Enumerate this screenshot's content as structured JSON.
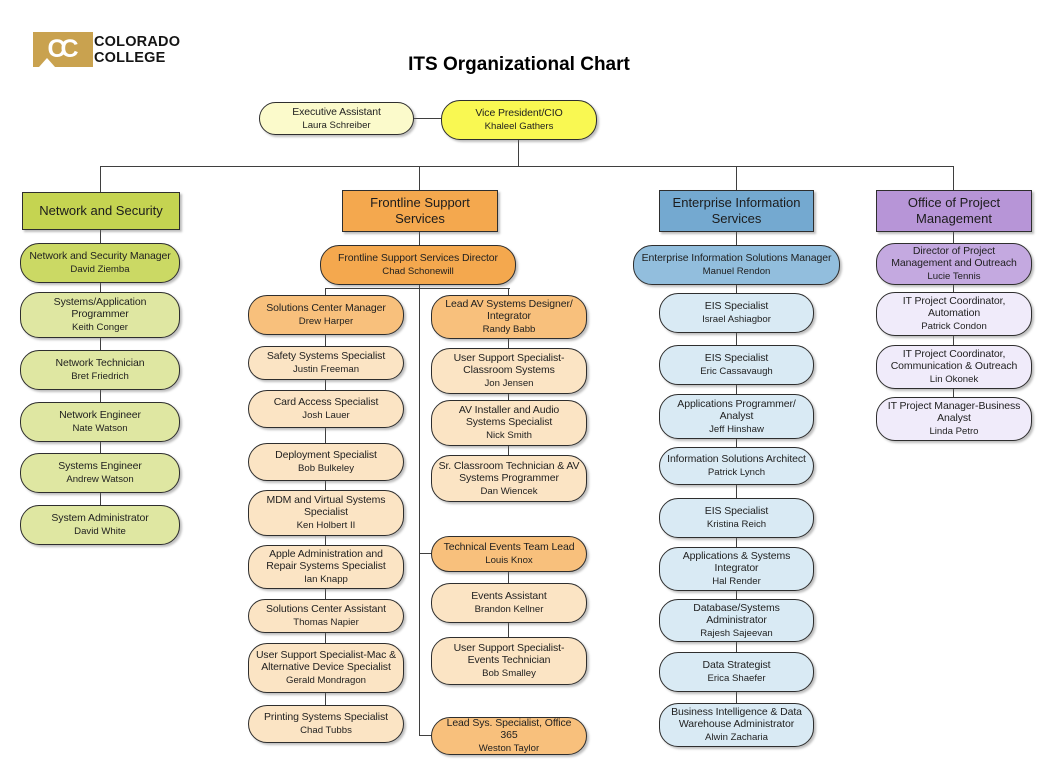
{
  "logo": {
    "mark": "CC",
    "line1": "COLORADO",
    "line2": "COLLEGE"
  },
  "title": "ITS Organizational Chart",
  "colors": {
    "logo_gold": "#C9A24F",
    "vp_yellow": "#F9F852",
    "assistant_pale_yellow": "#FBFACB",
    "green_header": "#C5D451",
    "green_manager": "#CBD964",
    "green_light": "#DFE7A2",
    "orange_header": "#F4A84E",
    "orange_lead": "#F8C07C",
    "orange_light": "#FBE4C4",
    "blue_header": "#74A9D0",
    "blue_manager": "#92BEDD",
    "blue_light": "#D9EAF4",
    "purple_header": "#B795D7",
    "purple_director": "#C4A9E0",
    "purple_light": "#F0EBFA",
    "connector": "#3F3F3F"
  },
  "top": {
    "executive_assistant": {
      "title": "Executive Assistant",
      "name": "Laura Schreiber"
    },
    "vp_cio": {
      "title": "Vice President/CIO",
      "name": "Khaleel Gathers"
    }
  },
  "network": {
    "header": "Network and Security",
    "boxes": [
      {
        "title": "Network and Security Manager",
        "name": "David Ziemba"
      },
      {
        "title": "Systems/Application Programmer",
        "name": "Keith Conger"
      },
      {
        "title": "Network Technician",
        "name": "Bret Friedrich"
      },
      {
        "title": "Network Engineer",
        "name": "Nate Watson"
      },
      {
        "title": "Systems Engineer",
        "name": "Andrew Watson"
      },
      {
        "title": "System Administrator",
        "name": "David White"
      }
    ]
  },
  "frontline": {
    "header": "Frontline Support Services",
    "director": {
      "title": "Frontline Support Services Director",
      "name": "Chad Schonewill"
    },
    "left": [
      {
        "title": "Solutions Center Manager",
        "name": "Drew Harper"
      },
      {
        "title": "Safety Systems Specialist",
        "name": "Justin Freeman"
      },
      {
        "title": "Card Access Specialist",
        "name": "Josh Lauer"
      },
      {
        "title": "Deployment Specialist",
        "name": "Bob Bulkeley"
      },
      {
        "title": "MDM and Virtual Systems Specialist",
        "name": "Ken Holbert II"
      },
      {
        "title": "Apple Administration and Repair Systems Specialist",
        "name": "Ian Knapp"
      },
      {
        "title": "Solutions Center Assistant",
        "name": "Thomas Napier"
      },
      {
        "title": "User Support Specialist-Mac & Alternative Device Specialist",
        "name": "Gerald Mondragon"
      },
      {
        "title": "Printing Systems Specialist",
        "name": "Chad Tubbs"
      }
    ],
    "right": [
      {
        "title": "Lead AV Systems Designer/ Integrator",
        "name": "Randy Babb"
      },
      {
        "title": "User Support Specialist-Classroom Systems",
        "name": "Jon Jensen"
      },
      {
        "title": "AV Installer and Audio Systems Specialist",
        "name": "Nick Smith"
      },
      {
        "title": "Sr. Classroom Technician & AV Systems Programmer",
        "name": "Dan Wiencek"
      },
      {
        "title": "Technical Events Team Lead",
        "name": "Louis Knox"
      },
      {
        "title": "Events Assistant",
        "name": "Brandon Kellner"
      },
      {
        "title": "User Support Specialist-Events Technician",
        "name": "Bob Smalley"
      },
      {
        "title": "Lead Sys. Specialist, Office 365",
        "name": "Weston Taylor"
      }
    ]
  },
  "eis": {
    "header": "Enterprise Information Services",
    "manager": {
      "title": "Enterprise Information Solutions Manager",
      "name": "Manuel Rendon"
    },
    "boxes": [
      {
        "title": "EIS Specialist",
        "name": "Israel Ashiagbor"
      },
      {
        "title": "EIS Specialist",
        "name": "Eric Cassavaugh"
      },
      {
        "title": "Applications Programmer/ Analyst",
        "name": "Jeff Hinshaw"
      },
      {
        "title": "Information Solutions Architect",
        "name": "Patrick Lynch"
      },
      {
        "title": "EIS Specialist",
        "name": "Kristina Reich"
      },
      {
        "title": "Applications & Systems Integrator",
        "name": "Hal Render"
      },
      {
        "title": "Database/Systems Administrator",
        "name": "Rajesh Sajeevan"
      },
      {
        "title": "Data Strategist",
        "name": "Erica Shaefer"
      },
      {
        "title": "Business Intelligence & Data Warehouse Administrator",
        "name": "Alwin Zacharia"
      }
    ]
  },
  "opm": {
    "header": "Office of Project Management",
    "director": {
      "title": "Director of Project Management and Outreach",
      "name": "Lucie Tennis"
    },
    "boxes": [
      {
        "title": "IT Project Coordinator, Automation",
        "name": "Patrick Condon"
      },
      {
        "title": "IT Project Coordinator, Communication & Outreach",
        "name": "Lin Okonek"
      },
      {
        "title": "IT Project Manager-Business Analyst",
        "name": "Linda Petro"
      }
    ]
  }
}
